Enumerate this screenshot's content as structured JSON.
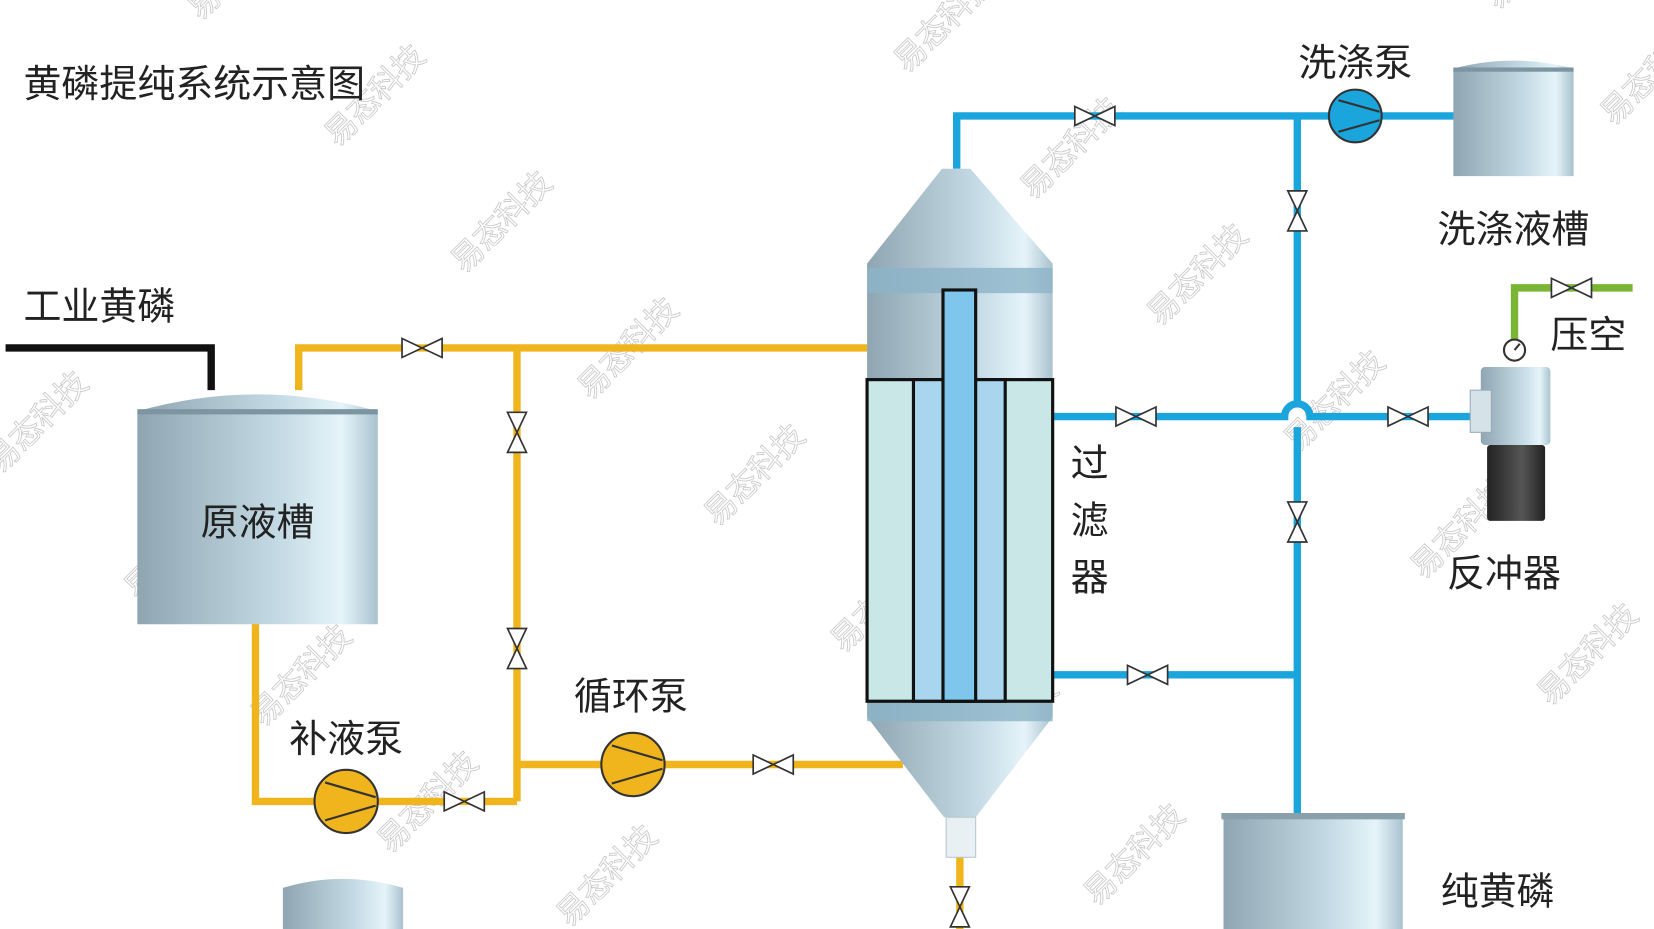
{
  "title": "黄磷提纯系统示意图",
  "labels": {
    "industrial_p": "工业黄磷",
    "raw_tank": "原液槽",
    "makeup_pump": "补液泵",
    "circ_pump": "循环泵",
    "wash_pump": "洗涤泵",
    "wash_tank": "洗涤液槽",
    "compressed_air": "压空",
    "backflush": "反冲器",
    "filter": [
      "过",
      "滤",
      "器"
    ],
    "pure_p": "纯黄磷"
  },
  "watermark": "易态科技",
  "colors": {
    "yellow_pipe": "#f0b41c",
    "blue_pipe": "#1aa5dc",
    "green_pipe": "#7ab534",
    "black_pipe": "#111111"
  }
}
